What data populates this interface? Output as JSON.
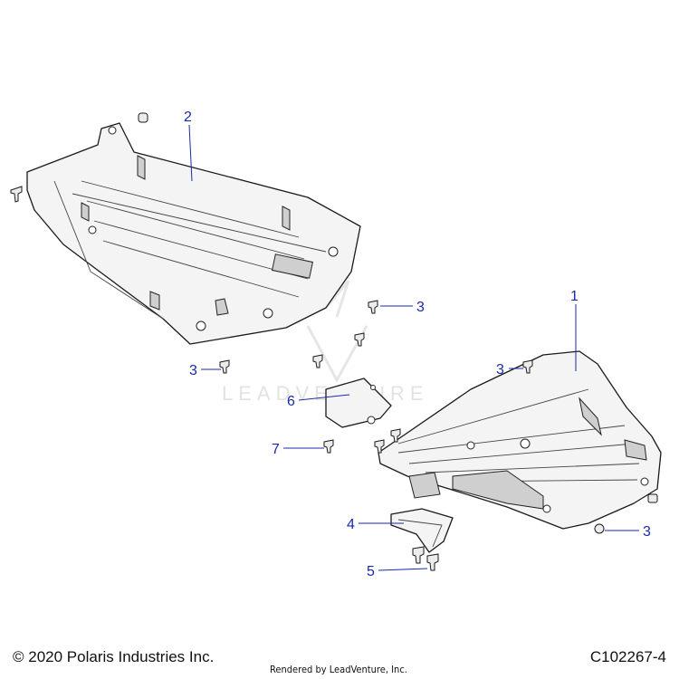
{
  "watermark": "LEADVENTURE",
  "callouts": [
    {
      "id": "callout-2",
      "label": "2"
    },
    {
      "id": "callout-3a",
      "label": "3"
    },
    {
      "id": "callout-3b",
      "label": "3"
    },
    {
      "id": "callout-1",
      "label": "1"
    },
    {
      "id": "callout-3c",
      "label": "3"
    },
    {
      "id": "callout-6",
      "label": "6"
    },
    {
      "id": "callout-7",
      "label": "7"
    },
    {
      "id": "callout-4",
      "label": "4"
    },
    {
      "id": "callout-3d",
      "label": "3"
    },
    {
      "id": "callout-5",
      "label": "5"
    }
  ],
  "footer": {
    "copyright": "© 2020 Polaris Industries Inc.",
    "rendered_by": "Rendered by LeadVenture, Inc.",
    "part_number": "C102267-4"
  }
}
